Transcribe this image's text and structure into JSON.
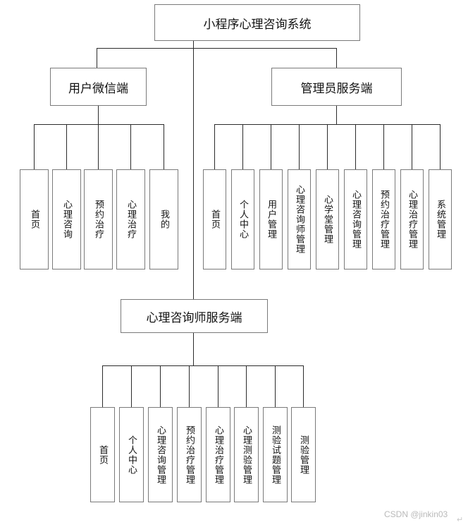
{
  "diagram": {
    "type": "organization-tree",
    "title": "小程序心理咨询系统",
    "root": {
      "label": "小程序心理咨询系统"
    },
    "branches": [
      {
        "id": "user-wechat",
        "label": "用户微信端",
        "children": [
          {
            "label": "首页"
          },
          {
            "label": "心理咨询"
          },
          {
            "label": "预约治疗"
          },
          {
            "label": "心理治疗"
          },
          {
            "label": "我的"
          }
        ]
      },
      {
        "id": "admin-server",
        "label": "管理员服务端",
        "children": [
          {
            "label": "首页"
          },
          {
            "label": "个人中心"
          },
          {
            "label": "用户管理"
          },
          {
            "label": "心理咨询师管理"
          },
          {
            "label": "心学堂管理"
          },
          {
            "label": "心理咨询管理"
          },
          {
            "label": "预约治疗管理"
          },
          {
            "label": "心理治疗管理"
          },
          {
            "label": "系统管理"
          }
        ]
      },
      {
        "id": "counselor-server",
        "label": "心理咨询师服务端",
        "children": [
          {
            "label": "首页"
          },
          {
            "label": "个人中心"
          },
          {
            "label": "心理咨询管理"
          },
          {
            "label": "预约治疗管理"
          },
          {
            "label": "心理治疗管理"
          },
          {
            "label": "心理测验管理"
          },
          {
            "label": "测验试题管理"
          },
          {
            "label": "测验管理"
          }
        ]
      }
    ]
  },
  "watermark": {
    "text": "CSDN @jinkin03",
    "return_symbol": "↵"
  },
  "colors": {
    "box_border": "#7a7a7a",
    "connector": "#2b2b2b",
    "background": "#ffffff",
    "text": "#111111",
    "watermark": "#b9b9b9"
  }
}
